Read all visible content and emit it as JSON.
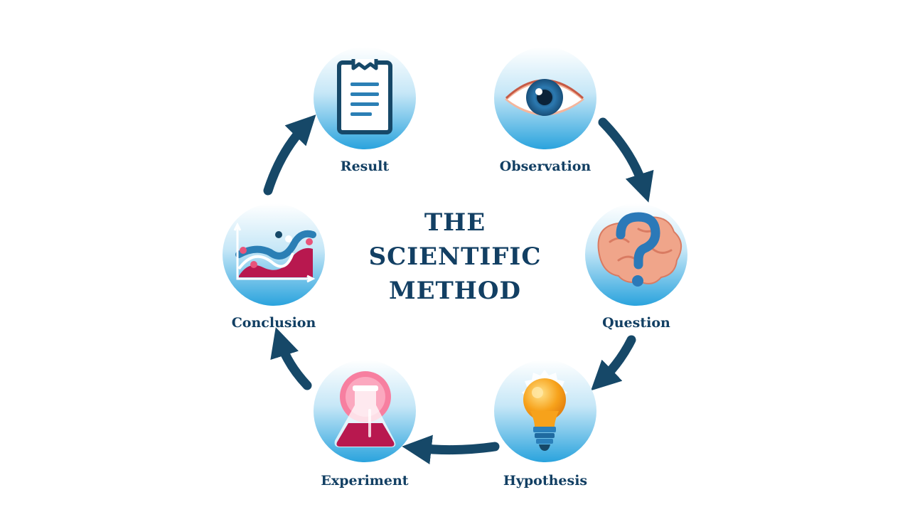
{
  "title": {
    "line1": "THE",
    "line2": "SCIENTIFIC",
    "line3": "METHOD"
  },
  "steps": [
    {
      "label": "Observation",
      "icon": "eye-icon"
    },
    {
      "label": "Question",
      "icon": "brain-question-icon"
    },
    {
      "label": "Hypothesis",
      "icon": "lightbulb-icon"
    },
    {
      "label": "Experiment",
      "icon": "flask-icon"
    },
    {
      "label": "Conclusion",
      "icon": "chart-icon"
    },
    {
      "label": "Result",
      "icon": "clipboard-icon"
    }
  ],
  "colors": {
    "text": "#123f63",
    "arrow": "#164868",
    "circle_top": "#ffffff",
    "circle_bottom": "#2aa3dd",
    "brain": "#f0a58a",
    "bulb": "#f7a21b",
    "flask_liquid": "#b8184f",
    "burst": "#f77fa0"
  }
}
